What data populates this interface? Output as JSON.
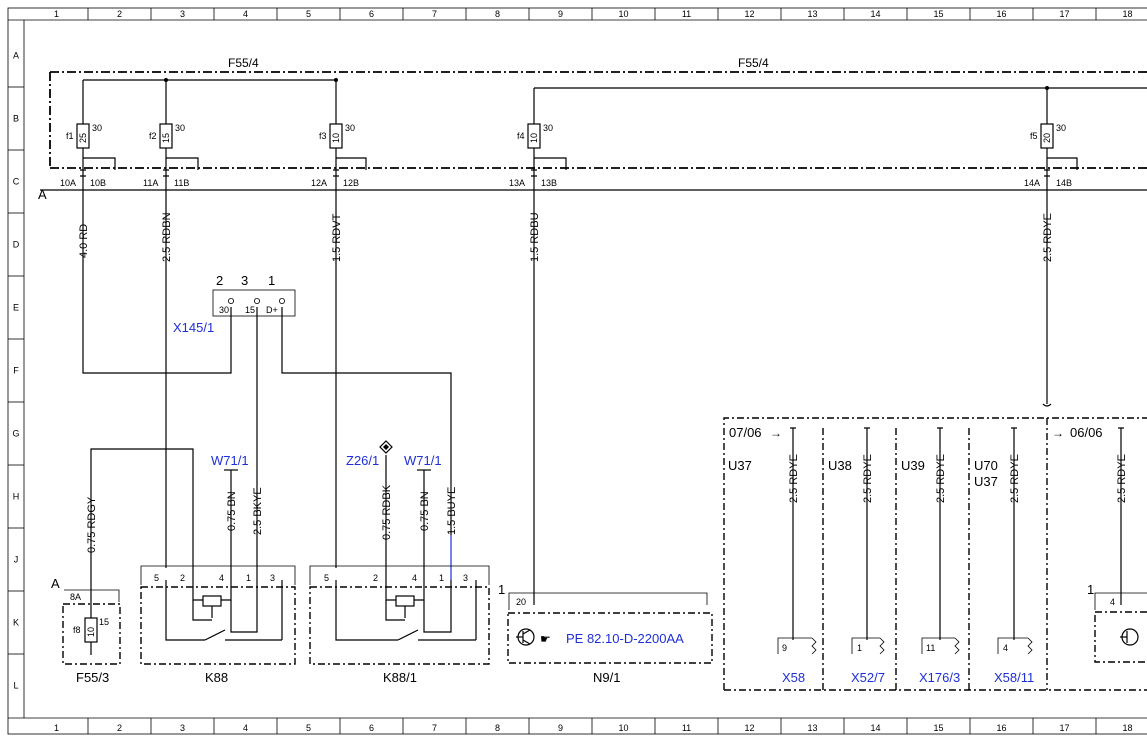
{
  "grid": {
    "columns": [
      "1",
      "2",
      "3",
      "4",
      "5",
      "6",
      "7",
      "8",
      "9",
      "10",
      "11",
      "12",
      "13",
      "14",
      "15",
      "16",
      "17",
      "18"
    ],
    "rows": [
      "A",
      "B",
      "C",
      "D",
      "E",
      "F",
      "G",
      "H",
      "J",
      "K",
      "L"
    ]
  },
  "fuse_box": {
    "label_left": "F55/4",
    "label_right": "F55/4",
    "bus_label": "A",
    "fuses": [
      {
        "name": "f1",
        "rating": "25",
        "pin": "30"
      },
      {
        "name": "f2",
        "rating": "15",
        "pin": "30"
      },
      {
        "name": "f3",
        "rating": "10",
        "pin": "30"
      },
      {
        "name": "f4",
        "rating": "10",
        "pin": "30"
      },
      {
        "name": "f5",
        "rating": "20",
        "pin": "30"
      }
    ],
    "terminals": [
      {
        "a": "10A",
        "b": "10B"
      },
      {
        "a": "11A",
        "b": "11B"
      },
      {
        "a": "12A",
        "b": "12B"
      },
      {
        "a": "13A",
        "b": "13B"
      },
      {
        "a": "14A",
        "b": "14B"
      }
    ]
  },
  "wires": {
    "w1": "4.0 RD",
    "w2": "2.5 RDBN",
    "w3": "1.5 RDVT",
    "w4": "1.5 RDBU",
    "w5": "2.5 RDYE",
    "w6": "0.75 RDGY",
    "w7": "0.75 BN",
    "w8": "2.5 BKYE",
    "w9": "0.75 RDBK",
    "w10": "0.75 BN",
    "w11": "1.5 BUYE",
    "w12": "2.5 RDYE",
    "w13": "2.5 RDYE",
    "w14": "2.5 RDYE",
    "w15": "2.5 RDYE",
    "w16": "2.5 RDYE"
  },
  "connector_x145": {
    "name": "X145/1",
    "pin_numbers": [
      "2",
      "3",
      "1"
    ],
    "pin_labels": [
      "30",
      "15",
      "D+"
    ]
  },
  "grounds": {
    "w71_a": "W71/1",
    "w71_b": "W71/1",
    "z26": "Z26/1"
  },
  "relay_k88": {
    "name": "K88",
    "pins": [
      "5",
      "2",
      "4",
      "1",
      "3"
    ]
  },
  "relay_k881": {
    "name": "K88/1",
    "pins": [
      "5",
      "2",
      "4",
      "1",
      "3"
    ]
  },
  "f553": {
    "name": "F55/3",
    "bus": "A",
    "terminal": "8A",
    "fuse": "f8",
    "rating": "10",
    "pin": "15"
  },
  "n91": {
    "name": "N9/1",
    "ref": "PE 82.10-D-2200AA",
    "pin": "20",
    "marker": "1"
  },
  "distribution": {
    "ref_left": "07/06",
    "ref_right": "06/06",
    "groups": [
      "U37",
      "U38",
      "U39",
      "U70",
      "U37"
    ],
    "connectors": [
      {
        "name": "X58",
        "pin": "9"
      },
      {
        "name": "X52/7",
        "pin": "1"
      },
      {
        "name": "X176/3",
        "pin": "11"
      },
      {
        "name": "X58/11",
        "pin": "4"
      }
    ],
    "right_marker": "1",
    "right_pin": "4"
  }
}
